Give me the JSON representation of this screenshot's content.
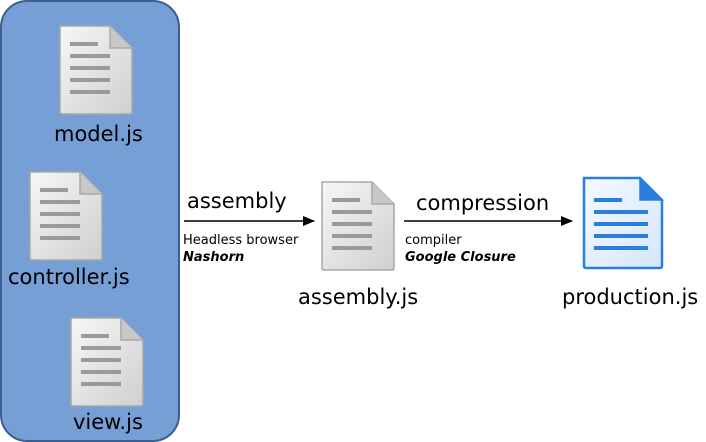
{
  "sources": {
    "files": [
      {
        "name": "model.js"
      },
      {
        "name": "controller.js"
      },
      {
        "name": "view.js"
      }
    ]
  },
  "assembly_step": {
    "label": "assembly",
    "tool_line1": "Headless browser",
    "tool_line2": "Nashorn"
  },
  "assembly_output": {
    "name": "assembly.js"
  },
  "compression_step": {
    "label": "compression",
    "tool_line1": "compiler",
    "tool_line2": "Google Closure"
  },
  "production_output": {
    "name": "production.js"
  },
  "colors": {
    "group_fill": "#769fd5",
    "group_stroke": "#3e5e8f",
    "doc_gray": "#dcdcdc",
    "doc_lines": "#9a9a9a",
    "doc_blue": "#2a7ee0",
    "arrow": "#000000"
  },
  "icons": {
    "source_file": "document-icon",
    "assembly_file": "document-icon",
    "production_file": "blue-document-icon"
  }
}
